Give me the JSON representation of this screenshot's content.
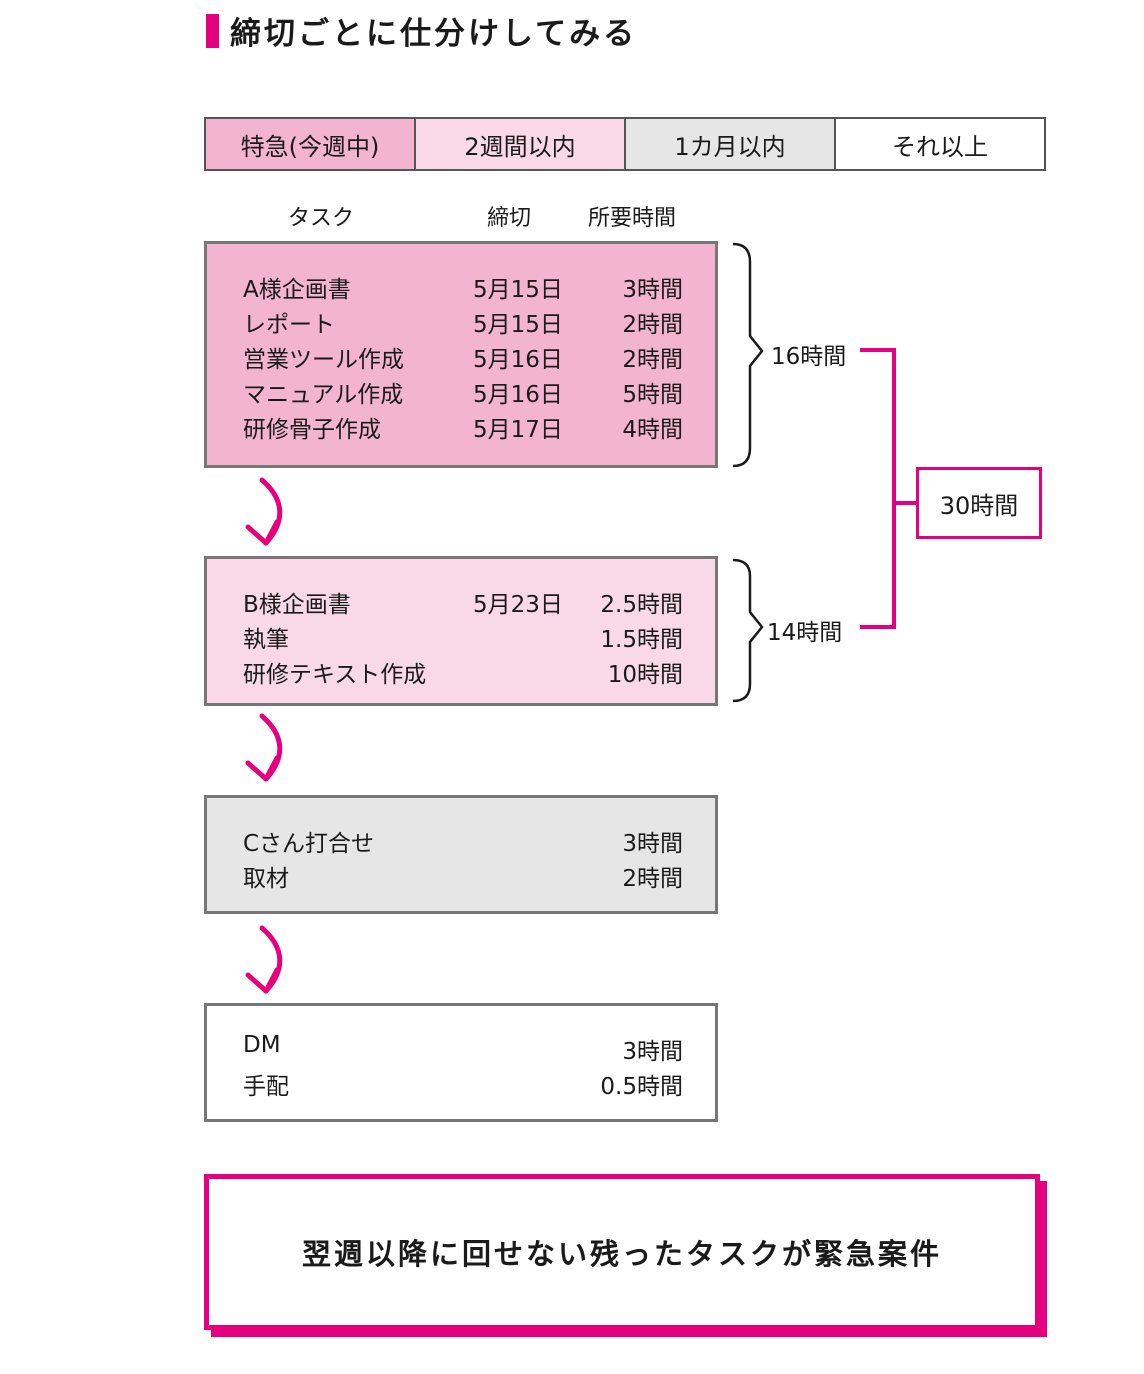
{
  "title": "締切ごとに仕分けしてみる",
  "legend": [
    "特急(今週中)",
    "2週間以内",
    "1カ月以内",
    "それ以上"
  ],
  "columns": {
    "task": "タスク",
    "deadline": "締切",
    "hours": "所要時間"
  },
  "groups": [
    {
      "rows": [
        {
          "task": "A様企画書",
          "deadline": "5月15日",
          "hours": "3時間"
        },
        {
          "task": "レポート",
          "deadline": "5月15日",
          "hours": "2時間"
        },
        {
          "task": "営業ツール作成",
          "deadline": "5月16日",
          "hours": "2時間"
        },
        {
          "task": "マニュアル作成",
          "deadline": "5月16日",
          "hours": "5時間"
        },
        {
          "task": "研修骨子作成",
          "deadline": "5月17日",
          "hours": "4時間"
        }
      ]
    },
    {
      "rows": [
        {
          "task": "B様企画書",
          "deadline": "5月23日",
          "hours": "2.5時間"
        },
        {
          "task": "執筆",
          "deadline": "",
          "hours": "1.5時間"
        },
        {
          "task": "研修テキスト作成",
          "deadline": "",
          "hours": "10時間"
        }
      ]
    },
    {
      "rows": [
        {
          "task": "Cさん打合せ",
          "deadline": "",
          "hours": "3時間"
        },
        {
          "task": "取材",
          "deadline": "",
          "hours": "2時間"
        }
      ]
    },
    {
      "rows": [
        {
          "task": "DM",
          "deadline": "",
          "hours": "3時間"
        },
        {
          "task": "手配",
          "deadline": "",
          "hours": "0.5時間"
        }
      ]
    }
  ],
  "sums": {
    "group1": "16時間",
    "group2": "14時間",
    "total": "30時間"
  },
  "conclusion": "翌週以降に回せない残ったタスクが緊急案件",
  "colors": {
    "accent": "#e5007f",
    "urgent": "#f3b4cf",
    "two_weeks": "#f9d9e8",
    "one_month": "#e6e6e6",
    "later": "#ffffff"
  }
}
